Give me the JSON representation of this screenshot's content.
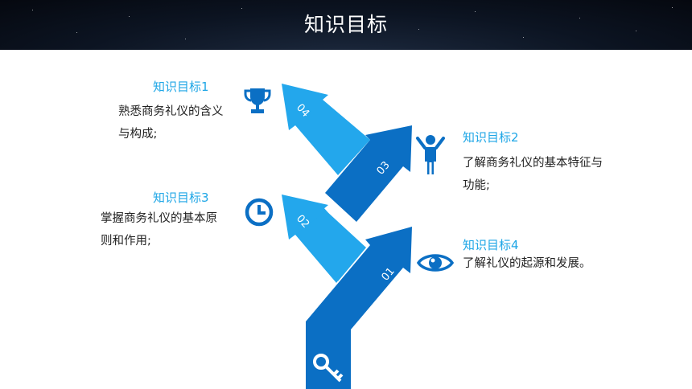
{
  "header": {
    "title": "知识目标"
  },
  "goals": [
    {
      "title": "知识目标1",
      "text_line1": "熟悉商务礼仪的含义",
      "text_line2": "与构成;"
    },
    {
      "title": "知识目标2",
      "text_line1": "了解商务礼仪的基本特征与",
      "text_line2": "功能;"
    },
    {
      "title": "知识目标3",
      "text_line1": "掌握商务礼仪的基本原",
      "text_line2": "则和作用;"
    },
    {
      "title": "知识目标4",
      "text_line1": "了解礼仪的起源和发展。"
    }
  ],
  "steps": [
    "01",
    "02",
    "03",
    "04"
  ],
  "colors": {
    "dark_blue": "#0b6fc4",
    "light_blue": "#23a7ec",
    "accent": "#1ea6e6"
  },
  "icons": [
    "trophy-icon",
    "person-icon",
    "clock-icon",
    "eye-icon",
    "key-icon"
  ]
}
